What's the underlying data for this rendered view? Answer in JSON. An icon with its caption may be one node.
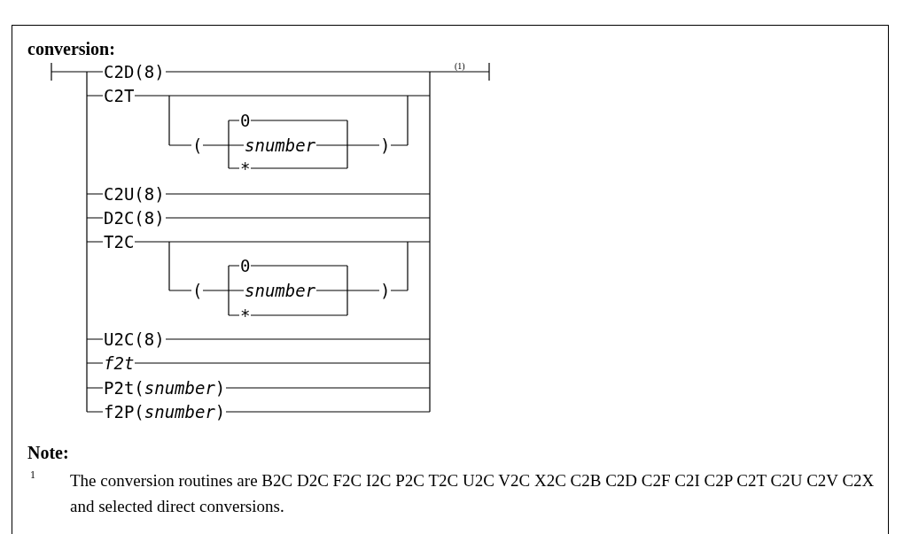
{
  "diagram": {
    "title": "conversion:",
    "labels": [
      "C2D(8)",
      "(1)",
      "C2T",
      "0",
      "(",
      "snumber",
      ")",
      "*",
      "C2U(8)",
      "D2C(8)",
      "T2C",
      "0",
      "(",
      "snumber",
      ")",
      "*",
      "U2C(8)",
      "f2t",
      "P2t(*snumber*)",
      "f2P(*snumber*)",
      "Note:",
      "1",
      "The conversion routines are B2C D2C F2C I2C P2C T2C U2C V2C X2C C2B C2D C2F C2I C2P C2T C2U C2V C2X and selected direct conversions."
    ]
  }
}
